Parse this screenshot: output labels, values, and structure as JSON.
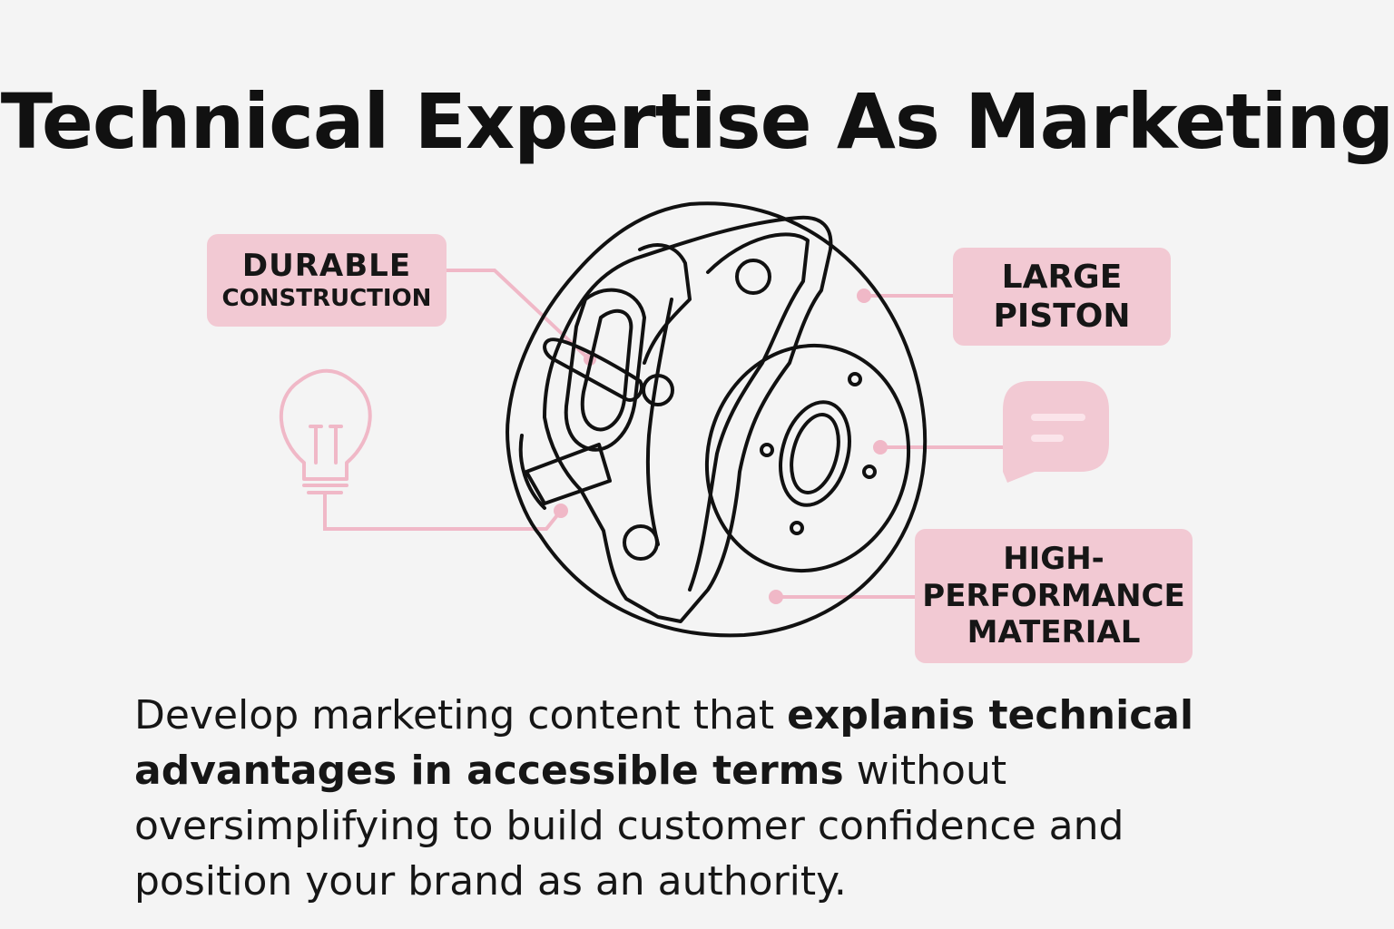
{
  "title": "Technical Expertise As Marketing",
  "callouts": {
    "durable": {
      "line1": "DURABLE",
      "line2": "CONSTRUCTION"
    },
    "piston": {
      "line1": "LARGE",
      "line2": "PISTON"
    },
    "material": {
      "line1": "HIGH-",
      "line2": "PERFORMANCE",
      "line3": "MATERIAL"
    }
  },
  "icons": {
    "lightbulb": "lightbulb-icon",
    "chat": "chat-bubble-icon",
    "brake": "brake-caliper-rotor"
  },
  "body": {
    "part1": "Develop marketing content that ",
    "bold": "explanis technical advantages in accessible terms",
    "part2": " without oversimplifying to build customer confidence and position your brand as an authority."
  },
  "colors": {
    "accent_pink": "#f2c9d3",
    "line_pink": "#f0b8c7",
    "ink": "#111111",
    "background": "#f4f4f4"
  }
}
